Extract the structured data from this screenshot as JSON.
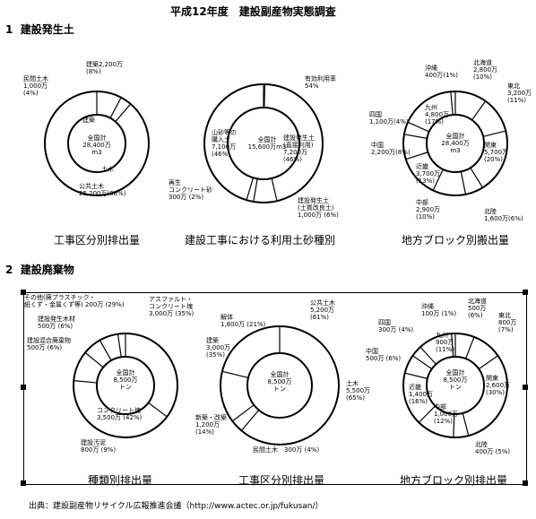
{
  "title": "平成12年度　建設副産物実態調査",
  "sections": [
    {
      "num": "1",
      "label": "建設発生土"
    },
    {
      "num": "2",
      "label": "建設廃棄物"
    }
  ],
  "source": "出典：建設副産物リサイクル広報推進会議（http://www.actec.or.jp/fukusan/）",
  "chart_data": [
    {
      "id": "soil-sector",
      "type": "pie",
      "title": "工事区分別排出量",
      "center": [
        "全国計",
        "28,400万",
        "m3"
      ],
      "slices": [
        {
          "name": "建築",
          "value_text": "2,200万",
          "pct_text": "(8%)",
          "label_prefix": "建築",
          "value": 2200
        },
        {
          "name": "民間土木",
          "value_text": "1,000万",
          "pct_text": "(4%)",
          "label_prefix": "民間土木",
          "value": 1000
        },
        {
          "name": "公共土木",
          "value_text": "25,200万",
          "pct_text": "(88%)",
          "label_prefix": "公共土木",
          "value": 25200
        }
      ],
      "inner_labels": [
        "建築",
        "土木"
      ]
    },
    {
      "id": "soil-usage",
      "type": "pie",
      "title": "建設工事における利用土砂種別",
      "center": [
        "全国計",
        "15,600万m3"
      ],
      "slices": [
        {
          "name": "有効利用率",
          "value_text": "54%",
          "value": 54
        },
        {
          "name": "建設発生土(直接利用)",
          "lines": [
            "建設発生土",
            "(直接利用)",
            "7,200万",
            "(46%)"
          ],
          "value": 7200
        },
        {
          "name": "建設発生土(土質改良土)",
          "lines": [
            "建設発生土",
            "(土質改良土)",
            "1,000万 (6%)"
          ],
          "value": 1000
        },
        {
          "name": "再生コンクリート砂",
          "lines": [
            "再生",
            "コンクリート砂",
            "300万 (2%)"
          ],
          "value": 300
        },
        {
          "name": "山砂等の購入土",
          "lines": [
            "山砂等の",
            "購入土",
            "7,100万",
            "(46%)"
          ],
          "value": 7100
        }
      ]
    },
    {
      "id": "soil-region",
      "type": "pie",
      "title": "地方ブロック別搬出量",
      "center": [
        "全国計",
        "28,400万",
        "m3"
      ],
      "slices": [
        {
          "name": "北海道",
          "value_text": "2,800万",
          "pct_text": "(10%)",
          "value": 2800
        },
        {
          "name": "東北",
          "value_text": "3,200万",
          "pct_text": "(11%)",
          "value": 3200
        },
        {
          "name": "関東",
          "value_text": "5,700万",
          "pct_text": "(20%)",
          "value": 5700
        },
        {
          "name": "北陸",
          "value_text": "1,600万",
          "pct_text": "(6%)",
          "value": 1600
        },
        {
          "name": "中部",
          "value_text": "2,900万",
          "pct_text": "(10%)",
          "value": 2900
        },
        {
          "name": "近畿",
          "value_text": "3,700万",
          "pct_text": "(13%)",
          "value": 3700
        },
        {
          "name": "中国",
          "value_text": "2,200万",
          "pct_text": "(8%)",
          "value": 2200
        },
        {
          "name": "四国",
          "value_text": "1,100万",
          "pct_text": "(4%)",
          "value": 1100
        },
        {
          "name": "九州",
          "value_text": "4,800万",
          "pct_text": "(17%)",
          "value": 4800
        },
        {
          "name": "沖縄",
          "value_text": "400万",
          "pct_text": "(1%)",
          "value": 400
        }
      ]
    },
    {
      "id": "waste-type",
      "type": "pie",
      "title": "種類別排出量",
      "center": [
        "全国計",
        "8,500万",
        "トン"
      ],
      "slices": [
        {
          "name": "アスファルト・コンクリート塊",
          "lines": [
            "アスファルト・",
            "コンクリート塊",
            "3,000万 (35%)"
          ],
          "value": 3000
        },
        {
          "name": "コンクリート塊",
          "lines": [
            "コンクリート塊",
            "3,500万 (42%)"
          ],
          "value": 3500
        },
        {
          "name": "建設汚泥",
          "lines": [
            "建設汚泥",
            "800万 (9%)"
          ],
          "value": 800
        },
        {
          "name": "建設混合廃棄物",
          "lines": [
            "建設混合廃棄物",
            "500万 (6%)"
          ],
          "value": 500
        },
        {
          "name": "建設発生木材",
          "lines": [
            "建設発生木材",
            "500万 (6%)"
          ],
          "value": 500
        },
        {
          "name": "その他(廃プラスチック・紙くず・金属くず等)",
          "lines": [
            "その他(廃プラスチック・",
            "紙くず・金属くず等) 200万 (29%)"
          ],
          "value": 200
        }
      ]
    },
    {
      "id": "waste-sector",
      "type": "pie",
      "title": "工事区分別排出量",
      "center": [
        "全国計",
        "8,500万",
        "トン"
      ],
      "slices": [
        {
          "name": "公共土木",
          "lines": [
            "公共土木",
            "5,200万",
            "(61%)"
          ],
          "value": 5200
        },
        {
          "name": "土木",
          "lines": [
            "土木",
            "5,500万",
            "(65%)"
          ],
          "value": 0
        },
        {
          "name": "民間土木",
          "lines": [
            "民間土木　300万 (4%)"
          ],
          "value": 300
        },
        {
          "name": "新築・改築",
          "lines": [
            "新築・改築",
            "1,200万",
            "(14%)"
          ],
          "value": 1200
        },
        {
          "name": "建築",
          "lines": [
            "建築",
            "3,000万",
            "(35%)"
          ],
          "value": 0
        },
        {
          "name": "解体",
          "lines": [
            "解体",
            "1,800万 (21%)"
          ],
          "value": 1800
        }
      ]
    },
    {
      "id": "waste-region",
      "type": "pie",
      "title": "地方ブロック別排出量",
      "center": [
        "全国計",
        "8,500万",
        "トン"
      ],
      "slices": [
        {
          "name": "北海道",
          "lines": [
            "北海道",
            "500万",
            "(6%)"
          ],
          "value": 500
        },
        {
          "name": "東北",
          "lines": [
            "東北",
            "800万",
            "(7%)"
          ],
          "value": 800
        },
        {
          "name": "関東",
          "lines": [
            "関東",
            "2,600万",
            "(30%)"
          ],
          "value": 2600
        },
        {
          "name": "北陸",
          "lines": [
            "北陸",
            "400万 (5%)"
          ],
          "value": 400
        },
        {
          "name": "中部",
          "lines": [
            "中部",
            "1,000万",
            "(12%)"
          ],
          "value": 1000
        },
        {
          "name": "近畿",
          "lines": [
            "近畿",
            "1,400万",
            "(16%)"
          ],
          "value": 1400
        },
        {
          "name": "中国",
          "lines": [
            "中国",
            "500万 (6%)"
          ],
          "value": 500
        },
        {
          "name": "四国",
          "lines": [
            "四国",
            "300万 (4%)"
          ],
          "value": 300
        },
        {
          "name": "九州",
          "lines": [
            "九州",
            "900万",
            "(11%)"
          ],
          "value": 900
        },
        {
          "name": "沖縄",
          "lines": [
            "沖縄",
            "100万 (1%)"
          ],
          "value": 100
        }
      ]
    }
  ]
}
